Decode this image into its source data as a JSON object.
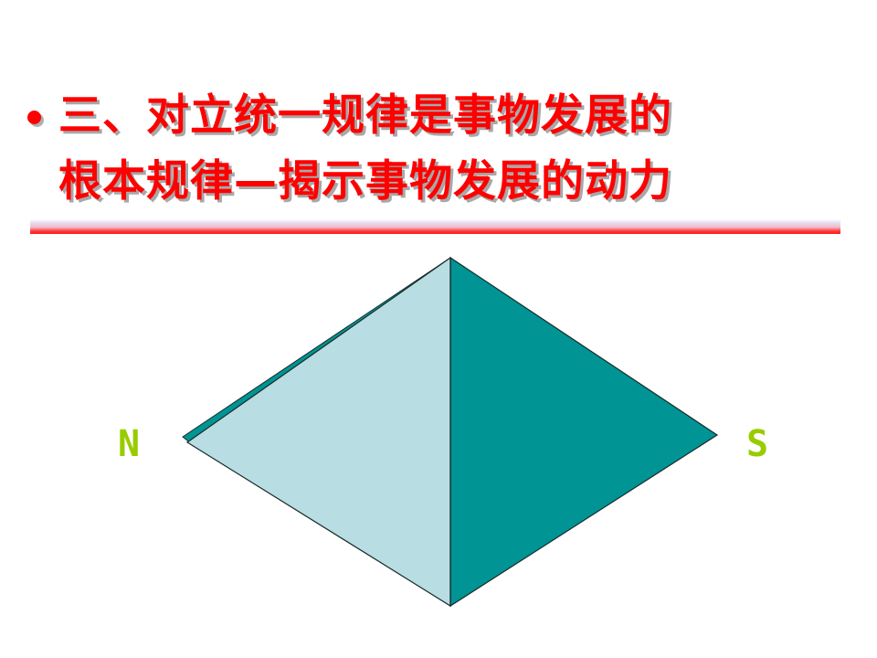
{
  "slide": {
    "title": {
      "bullet": "•",
      "line1": "三、对立统一规律是事物发展的",
      "line2": "根本规律—揭示事物发展的动力",
      "color": "#ff0000",
      "shadow_color": "#a8a8a8"
    },
    "divider": {
      "top_color": "#e6e2f4",
      "bottom_color": "#ff1a1a"
    },
    "diagram": {
      "shape": "diamond-magnet",
      "left_half_color": "#b8dde2",
      "right_half_color": "#009494",
      "outline_color": "#1a2a2a",
      "labels": {
        "north": "N",
        "south": "S"
      },
      "label_color": "#99cc00"
    }
  }
}
